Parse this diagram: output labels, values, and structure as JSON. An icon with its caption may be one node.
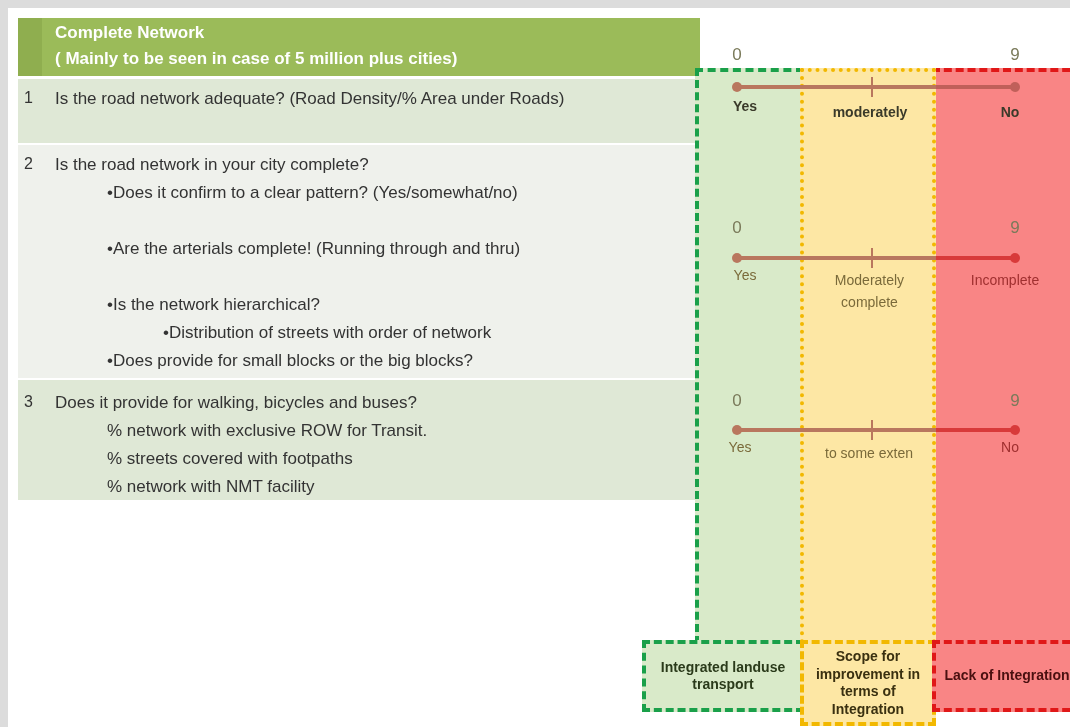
{
  "diagram": {
    "nodes": [
      {
        "text": [
          "Integrated landuse transport"
        ]
      },
      {
        "text": [
          "Scope for improvement in terms of Integration"
        ]
      },
      {
        "text": [
          "Lack of Integration"
        ]
      }
    ],
    "labels": [
      "Complete Network",
      "( Mainly to be seen in case of 5 million plus cities)",
      "0",
      "9",
      "1",
      "Is the road network adequate? (Road Density/% Area under Roads)",
      "Yes",
      "moderately",
      "No",
      "2",
      "Is the road network in your city complete?",
      "•Does it confirm to a clear pattern? (Yes/somewhat/no)",
      "•Are the arterials complete! (Running through and thru)",
      "•Is the network hierarchical?",
      "•Distribution of streets with order of network",
      "•Does provide for small blocks or the big blocks?",
      "0",
      "9",
      "Yes",
      "Moderately complete",
      "Incomplete",
      "3",
      "Does it provide for walking, bicycles and buses?",
      "% network with exclusive ROW for Transit.",
      "% streets covered with footpaths",
      "% network with NMT facility",
      "0",
      "9",
      "Yes",
      "to some exten",
      "No"
    ]
  }
}
